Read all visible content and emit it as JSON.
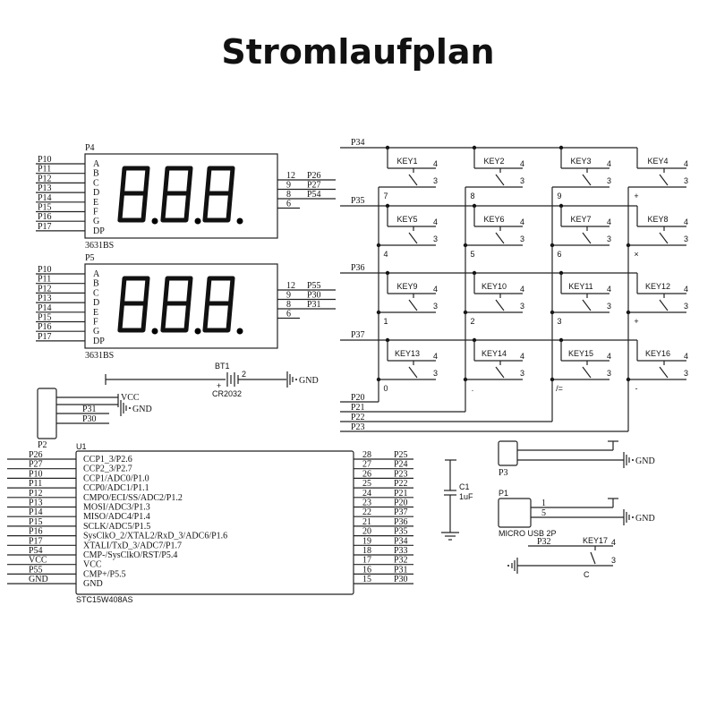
{
  "title": "Stromlaufplan",
  "displays": [
    {
      "ref": "P4",
      "part": "3631BS",
      "left_nets": [
        "P10",
        "P11",
        "P12",
        "P13",
        "P14",
        "P15",
        "P16",
        "P17"
      ],
      "segments": [
        "A",
        "B",
        "C",
        "D",
        "E",
        "F",
        "G",
        "DP"
      ],
      "right_pins": [
        "12",
        "9",
        "8",
        "6"
      ],
      "right_nets": [
        "P26",
        "P27",
        "P54",
        ""
      ]
    },
    {
      "ref": "P5",
      "part": "3631BS",
      "left_nets": [
        "P10",
        "P11",
        "P12",
        "P13",
        "P14",
        "P15",
        "P16",
        "P17"
      ],
      "segments": [
        "A",
        "B",
        "C",
        "D",
        "E",
        "F",
        "G",
        "DP"
      ],
      "right_pins": [
        "12",
        "9",
        "8",
        "6"
      ],
      "right_nets": [
        "P55",
        "P30",
        "P31",
        ""
      ]
    }
  ],
  "keypad": {
    "row_nets": [
      "P34",
      "P35",
      "P36",
      "P37"
    ],
    "col_nets": [
      "P20",
      "P21",
      "P22",
      "P23"
    ],
    "pin_top": "4",
    "pin_bottom": "3",
    "keys": [
      {
        "ref": "KEY1",
        "label": "7"
      },
      {
        "ref": "KEY2",
        "label": "8"
      },
      {
        "ref": "KEY3",
        "label": "9"
      },
      {
        "ref": "KEY4",
        "label": "+"
      },
      {
        "ref": "KEY5",
        "label": "4"
      },
      {
        "ref": "KEY6",
        "label": "5"
      },
      {
        "ref": "KEY7",
        "label": "6"
      },
      {
        "ref": "KEY8",
        "label": "×"
      },
      {
        "ref": "KEY9",
        "label": "1"
      },
      {
        "ref": "KEY10",
        "label": "2"
      },
      {
        "ref": "KEY11",
        "label": "3"
      },
      {
        "ref": "KEY12",
        "label": "+"
      },
      {
        "ref": "KEY13",
        "label": "0"
      },
      {
        "ref": "KEY14",
        "label": "."
      },
      {
        "ref": "KEY15",
        "label": "/="
      },
      {
        "ref": "KEY16",
        "label": "-"
      }
    ]
  },
  "battery": {
    "ref": "BT1",
    "part": "CR2032",
    "plus": "+",
    "pin": "2",
    "gnd": "GND"
  },
  "p2": {
    "ref": "P2",
    "nets": [
      "VCC",
      "GND",
      "P31",
      "P30"
    ]
  },
  "mcu": {
    "ref": "U1",
    "part": "STC15W408AS",
    "left_nets": [
      "P26",
      "P27",
      "P10",
      "P11",
      "P12",
      "P13",
      "P14",
      "P15",
      "P16",
      "P17",
      "P54",
      "VCC",
      "P55",
      "GND"
    ],
    "left_functions": [
      "CCP1_3/P2.6",
      "CCP2_3/P2.7",
      "CCP1/ADC0/P1.0",
      "CCP0/ADC1/P1.1",
      "CMPO/ECI/SS/ADC2/P1.2",
      "MOSI/ADC3/P1.3",
      "MISO/ADC4/P1.4",
      "SCLK/ADC5/P1.5",
      "SysClkO_2/XTAL2/RxD_3/ADC6/P1.6",
      "XTALI/TxD_3/ADC7/P1.7",
      "CMP-/SysClkO/RST/P5.4",
      "VCC",
      "CMP+/P5.5",
      "GND"
    ],
    "right_pins": [
      "28",
      "27",
      "26",
      "25",
      "24",
      "23",
      "22",
      "21",
      "20",
      "19",
      "18",
      "17",
      "16",
      "15"
    ],
    "right_nets": [
      "P25",
      "P24",
      "P23",
      "P22",
      "P21",
      "P20",
      "P37",
      "P36",
      "P35",
      "P34",
      "P33",
      "P32",
      "P31",
      "P30"
    ]
  },
  "capacitor": {
    "ref": "C1",
    "value": "1uF"
  },
  "p3": {
    "ref": "P3",
    "gnd": "GND"
  },
  "p1": {
    "ref": "P1",
    "part": "MICRO USB 2P",
    "pins": [
      "1",
      "5"
    ],
    "gnd": "GND"
  },
  "key17": {
    "ref": "KEY17",
    "net": "P32",
    "label": "C",
    "pin_top": "4",
    "pin_bottom": "3"
  }
}
